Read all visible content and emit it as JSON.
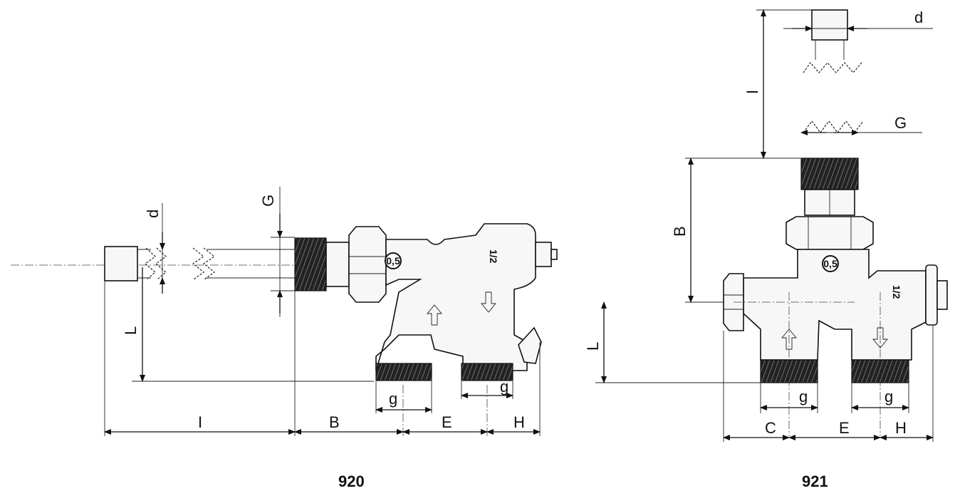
{
  "figures": [
    {
      "id": "920",
      "label": "920",
      "dimensions": {
        "I": "I",
        "B": "B",
        "E": "E",
        "H": "H",
        "L": "L",
        "G": "G",
        "d": "d",
        "g1": "g",
        "g2": "g"
      },
      "marking": "1/2",
      "badge": "0,5"
    },
    {
      "id": "921",
      "label": "921",
      "dimensions": {
        "I": "I",
        "B": "B",
        "C": "C",
        "E": "E",
        "H": "H",
        "L": "L",
        "G": "G",
        "d": "d",
        "g1": "g",
        "g2": "g"
      },
      "marking": "1/2",
      "badge": "0,5"
    }
  ]
}
